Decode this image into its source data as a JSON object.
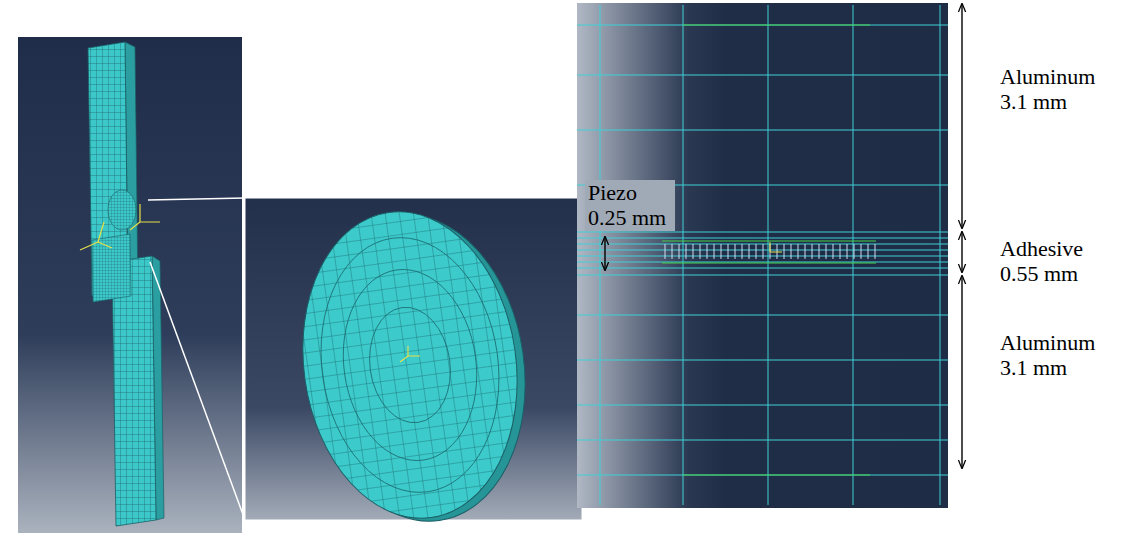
{
  "diagram": {
    "labels": [
      "Piezo 0.25 mm",
      "Aluminum 3.1 mm",
      "Adhesive 0.55 mm",
      "Aluminum 3.1 mm"
    ]
  }
}
